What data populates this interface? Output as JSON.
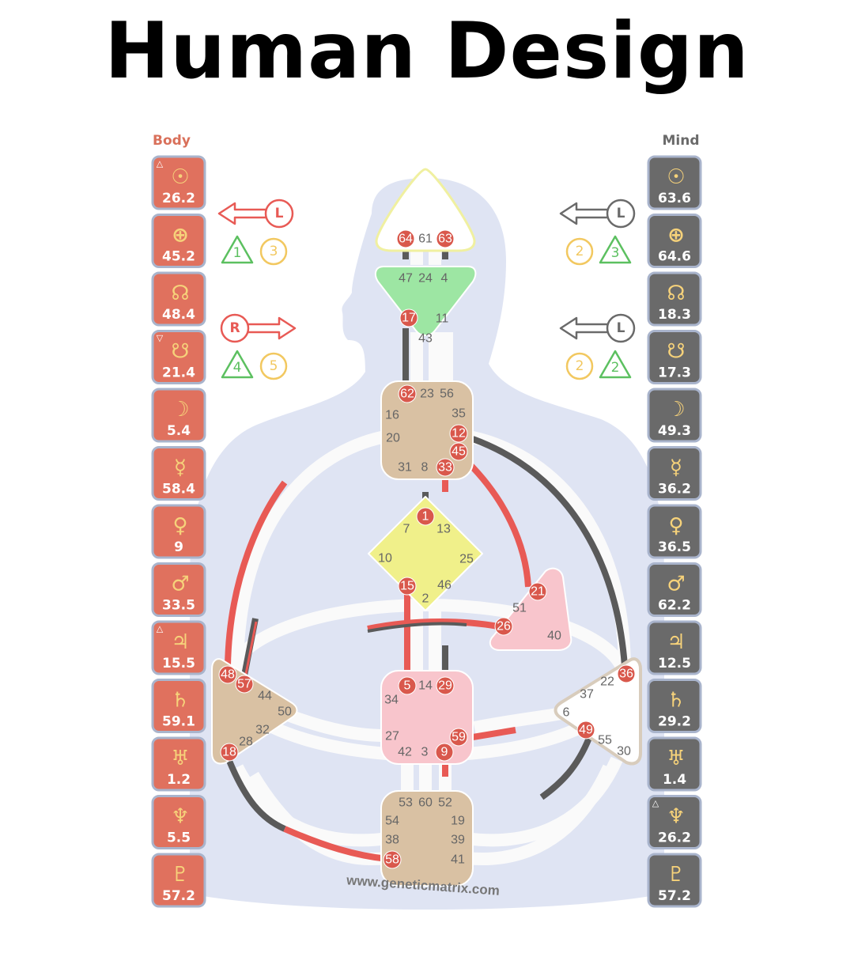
{
  "title": "Human Design",
  "colors": {
    "body": "#e0715e",
    "mind": "#6a6a6a",
    "glyph": "#f6d27a",
    "active_gate": "#d9584c",
    "red_channel": "#e85a55",
    "dark_channel": "#5a5a5a",
    "silhouette": "#dfe4f3"
  },
  "body": {
    "label": "Body",
    "planets": [
      {
        "icon": "sun-icon",
        "glyph": "☉",
        "value": "26.2",
        "marker": "△"
      },
      {
        "icon": "earth-icon",
        "glyph": "⊕",
        "value": "45.2",
        "marker": ""
      },
      {
        "icon": "north-node-icon",
        "glyph": "☊",
        "value": "48.4",
        "marker": ""
      },
      {
        "icon": "south-node-icon",
        "glyph": "☋",
        "value": "21.4",
        "marker": "▽"
      },
      {
        "icon": "moon-icon",
        "glyph": "☽",
        "value": "5.4",
        "marker": ""
      },
      {
        "icon": "mercury-icon",
        "glyph": "☿",
        "value": "58.4",
        "marker": ""
      },
      {
        "icon": "venus-icon",
        "glyph": "♀",
        "value": "9",
        "marker": ""
      },
      {
        "icon": "mars-icon",
        "glyph": "♂",
        "value": "33.5",
        "marker": ""
      },
      {
        "icon": "jupiter-icon",
        "glyph": "♃",
        "value": "15.5",
        "marker": "△"
      },
      {
        "icon": "saturn-icon",
        "glyph": "♄",
        "value": "59.1",
        "marker": ""
      },
      {
        "icon": "uranus-icon",
        "glyph": "♅",
        "value": "1.2",
        "marker": ""
      },
      {
        "icon": "neptune-icon",
        "glyph": "♆",
        "value": "5.5",
        "marker": ""
      },
      {
        "icon": "pluto-icon",
        "glyph": "♇",
        "value": "57.2",
        "marker": ""
      }
    ],
    "variables": [
      {
        "arrow": "L",
        "direction": "left",
        "triangle": "1",
        "circle": "3"
      },
      {
        "arrow": "R",
        "direction": "right",
        "triangle": "4",
        "circle": "5"
      }
    ]
  },
  "mind": {
    "label": "Mind",
    "planets": [
      {
        "icon": "sun-icon",
        "glyph": "☉",
        "value": "63.6",
        "marker": ""
      },
      {
        "icon": "earth-icon",
        "glyph": "⊕",
        "value": "64.6",
        "marker": ""
      },
      {
        "icon": "north-node-icon",
        "glyph": "☊",
        "value": "18.3",
        "marker": ""
      },
      {
        "icon": "south-node-icon",
        "glyph": "☋",
        "value": "17.3",
        "marker": ""
      },
      {
        "icon": "moon-icon",
        "glyph": "☽",
        "value": "49.3",
        "marker": ""
      },
      {
        "icon": "mercury-icon",
        "glyph": "☿",
        "value": "36.2",
        "marker": ""
      },
      {
        "icon": "venus-icon",
        "glyph": "♀",
        "value": "36.5",
        "marker": ""
      },
      {
        "icon": "mars-icon",
        "glyph": "♂",
        "value": "62.2",
        "marker": ""
      },
      {
        "icon": "jupiter-icon",
        "glyph": "♃",
        "value": "12.5",
        "marker": ""
      },
      {
        "icon": "saturn-icon",
        "glyph": "♄",
        "value": "29.2",
        "marker": ""
      },
      {
        "icon": "uranus-icon",
        "glyph": "♅",
        "value": "1.4",
        "marker": ""
      },
      {
        "icon": "neptune-icon",
        "glyph": "♆",
        "value": "26.2",
        "marker": "△"
      },
      {
        "icon": "pluto-icon",
        "glyph": "♇",
        "value": "57.2",
        "marker": ""
      }
    ],
    "variables": [
      {
        "arrow": "L",
        "direction": "left",
        "circle": "2",
        "triangle": "3"
      },
      {
        "arrow": "L",
        "direction": "left",
        "circle": "2",
        "triangle": "2"
      }
    ]
  },
  "centers": {
    "head": {
      "gates": [
        {
          "n": "64",
          "on": true
        },
        {
          "n": "61",
          "on": false
        },
        {
          "n": "63",
          "on": true
        }
      ]
    },
    "ajna": {
      "gates": [
        {
          "n": "47",
          "on": false
        },
        {
          "n": "24",
          "on": false
        },
        {
          "n": "4",
          "on": false
        },
        {
          "n": "17",
          "on": true
        },
        {
          "n": "11",
          "on": false
        },
        {
          "n": "43",
          "on": false
        }
      ]
    },
    "throat": {
      "gates": [
        {
          "n": "62",
          "on": true
        },
        {
          "n": "23",
          "on": false
        },
        {
          "n": "56",
          "on": false
        },
        {
          "n": "16",
          "on": false
        },
        {
          "n": "35",
          "on": false
        },
        {
          "n": "20",
          "on": false
        },
        {
          "n": "12",
          "on": true
        },
        {
          "n": "45",
          "on": true
        },
        {
          "n": "31",
          "on": false
        },
        {
          "n": "8",
          "on": false
        },
        {
          "n": "33",
          "on": true
        }
      ]
    },
    "g": {
      "gates": [
        {
          "n": "1",
          "on": true
        },
        {
          "n": "7",
          "on": false
        },
        {
          "n": "13",
          "on": false
        },
        {
          "n": "10",
          "on": false
        },
        {
          "n": "25",
          "on": false
        },
        {
          "n": "15",
          "on": true
        },
        {
          "n": "2",
          "on": false
        },
        {
          "n": "46",
          "on": false
        }
      ]
    },
    "ego": {
      "gates": [
        {
          "n": "21",
          "on": true
        },
        {
          "n": "51",
          "on": false
        },
        {
          "n": "26",
          "on": true
        },
        {
          "n": "40",
          "on": false
        }
      ]
    },
    "sacral": {
      "gates": [
        {
          "n": "5",
          "on": true
        },
        {
          "n": "14",
          "on": false
        },
        {
          "n": "29",
          "on": true
        },
        {
          "n": "34",
          "on": false
        },
        {
          "n": "27",
          "on": false
        },
        {
          "n": "59",
          "on": true
        },
        {
          "n": "42",
          "on": false
        },
        {
          "n": "3",
          "on": false
        },
        {
          "n": "9",
          "on": true
        }
      ]
    },
    "root": {
      "gates": [
        {
          "n": "53",
          "on": false
        },
        {
          "n": "60",
          "on": false
        },
        {
          "n": "52",
          "on": false
        },
        {
          "n": "54",
          "on": false
        },
        {
          "n": "19",
          "on": false
        },
        {
          "n": "38",
          "on": false
        },
        {
          "n": "39",
          "on": false
        },
        {
          "n": "58",
          "on": true
        },
        {
          "n": "41",
          "on": false
        }
      ]
    },
    "spleen": {
      "gates": [
        {
          "n": "48",
          "on": true
        },
        {
          "n": "57",
          "on": true
        },
        {
          "n": "44",
          "on": false
        },
        {
          "n": "50",
          "on": false
        },
        {
          "n": "32",
          "on": false
        },
        {
          "n": "28",
          "on": false
        },
        {
          "n": "18",
          "on": true
        }
      ]
    },
    "solar_plexus": {
      "gates": [
        {
          "n": "36",
          "on": true
        },
        {
          "n": "22",
          "on": false
        },
        {
          "n": "37",
          "on": false
        },
        {
          "n": "6",
          "on": false
        },
        {
          "n": "49",
          "on": true
        },
        {
          "n": "55",
          "on": false
        },
        {
          "n": "30",
          "on": false
        }
      ]
    }
  },
  "watermark": "www.geneticmatrix.com"
}
